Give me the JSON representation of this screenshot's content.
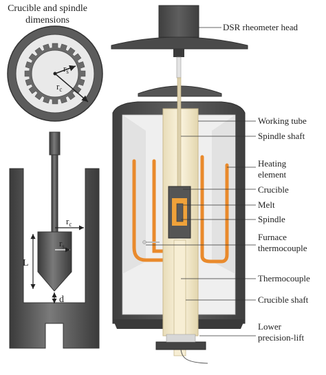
{
  "title": {
    "line1": "Crucible and spindle",
    "line2": "dimensions"
  },
  "dimension_labels": {
    "top_view_rs": "r",
    "top_view_rs_sub": "s",
    "top_view_rc": "r",
    "top_view_rc_sub": "c",
    "side_rc": "r",
    "side_rc_sub": "c",
    "side_rs": "r",
    "side_rs_sub": "s",
    "length": "L",
    "gap": "d"
  },
  "callouts": {
    "rheometer_head": "DSR rheometer head",
    "working_tube": "Working tube",
    "spindle_shaft": "Spindle shaft",
    "heating_element_1": "Heating",
    "heating_element_2": "element",
    "crucible": "Crucible",
    "melt": "Melt",
    "spindle": "Spindle",
    "furnace_tc_1": "Furnace",
    "furnace_tc_2": "thermocouple",
    "thermocouple": "Thermocouple",
    "crucible_shaft": "Crucible shaft",
    "lift_1": "Lower",
    "lift_2": "precision-lift"
  },
  "colors": {
    "dark_metal": "#4d4d4d",
    "ceramic_tube": "#f1e6c8",
    "heating_element": "#e98a2c",
    "melt": "#f0a23a",
    "furnace_interior": "#efefef"
  }
}
